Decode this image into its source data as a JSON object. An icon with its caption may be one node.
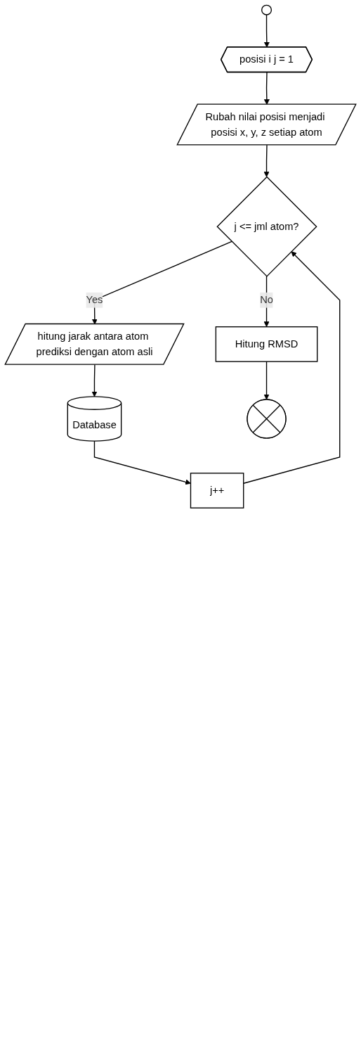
{
  "diagram": {
    "nodes": [
      {
        "text": [],
        "shape": "circle"
      },
      {
        "text": [
          "posisi i j = 1"
        ]
      },
      {
        "text": [
          "Rubah nilai posisi menjadi posisi x, y, z setiap atom"
        ]
      },
      {
        "text": [
          "j <= jml atom?"
        ]
      },
      {
        "text": [
          "hitung jarak antara atom prediksi dengan atom asli"
        ]
      },
      {
        "text": [
          "Database"
        ]
      },
      {
        "text": [
          "j++"
        ]
      },
      {
        "text": [
          "Hitung RMSD"
        ]
      },
      {
        "text": [],
        "shape": "circle"
      }
    ],
    "edges": [
      {
        "from": 0,
        "to": 1,
        "arrow": "to"
      },
      {
        "from": 1,
        "to": 2,
        "arrow": "to"
      },
      {
        "from": 2,
        "to": 3,
        "arrow": "to"
      },
      {
        "from": 3,
        "to": 4,
        "arrow": "to",
        "label": "Yes"
      },
      {
        "from": 4,
        "to": 5,
        "arrow": "to"
      },
      {
        "from": 5,
        "to": 6,
        "arrow": "to"
      },
      {
        "from": 6,
        "to": 3,
        "arrow": "to"
      },
      {
        "from": 3,
        "to": 7,
        "arrow": "to",
        "label": "No"
      },
      {
        "from": 7,
        "to": 8,
        "arrow": "to"
      }
    ]
  }
}
